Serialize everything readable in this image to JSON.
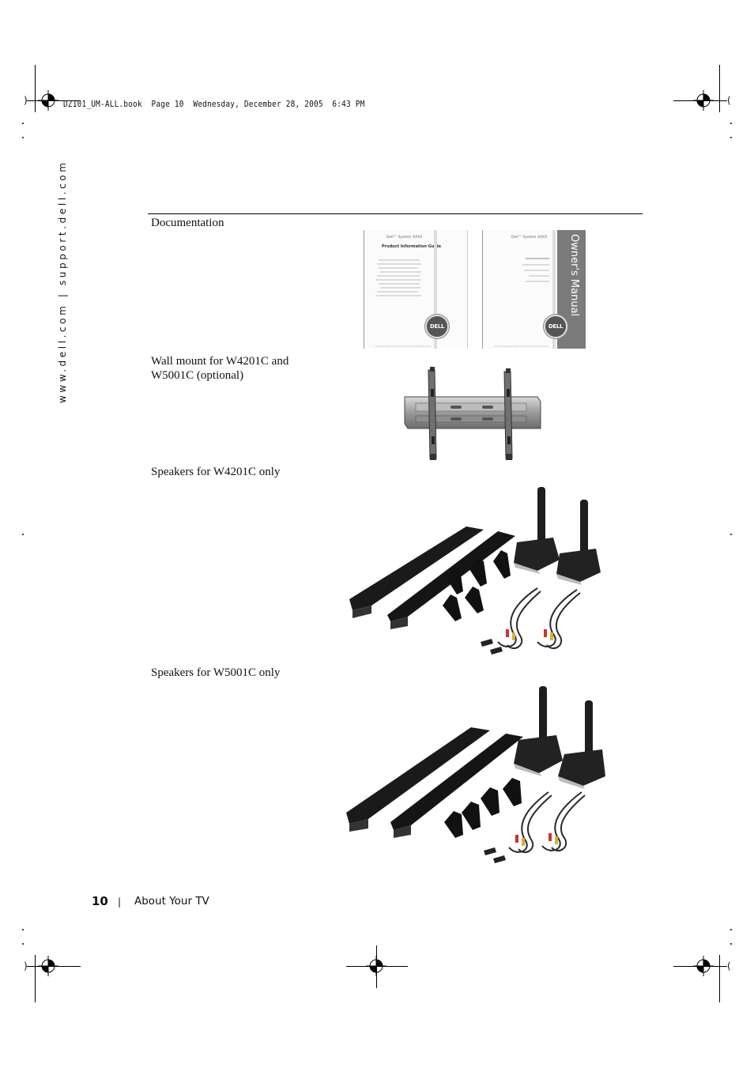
{
  "header": {
    "file_line": "DZ101_UM-ALL.book  Page 10  Wednesday, December 28, 2005  6:43 PM"
  },
  "sidebar": {
    "url": "www.dell.com | support.dell.com"
  },
  "items": [
    {
      "label": "Documentation"
    },
    {
      "label": "Wall mount for W4201C and W5001C (optional)"
    },
    {
      "label": "Speakers for W4201C only"
    },
    {
      "label": "Speakers for W5001C only"
    }
  ],
  "documentation_images": {
    "left_book": {
      "brand": "Dell™ System XXXX",
      "title": "Product Information Guide",
      "badge": "DELL"
    },
    "right_book": {
      "brand": "Dell™ System XXXX",
      "spine": "Owner's Manual",
      "badge": "DELL"
    }
  },
  "footer": {
    "page_number": "10",
    "separator": "|",
    "section_title": "About Your TV"
  },
  "colors": {
    "text": "#111111",
    "spine_gray": "#7b7b7b",
    "speaker_black": "#1a1a1a"
  }
}
